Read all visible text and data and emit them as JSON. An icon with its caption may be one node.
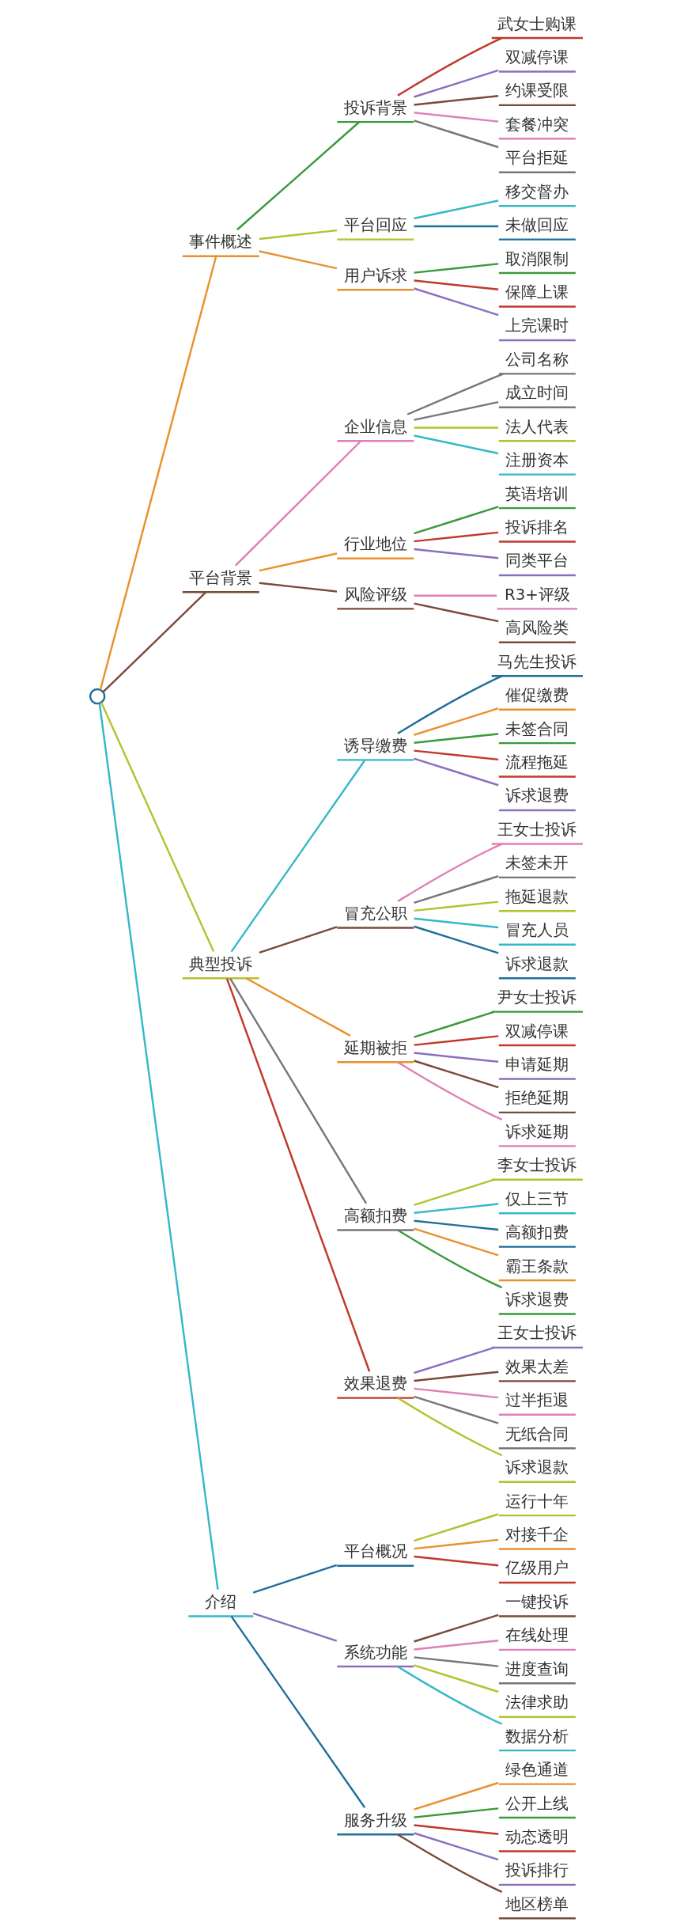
{
  "diagram": {
    "nodes": [
      {
        "text": [],
        "shape": "circle"
      },
      {
        "text": [
          "事件概述"
        ]
      },
      {
        "text": [
          "投诉背景"
        ]
      },
      {
        "text": [
          "武女士购课"
        ]
      },
      {
        "text": [
          "双减停课"
        ]
      },
      {
        "text": [
          "约课受限"
        ]
      },
      {
        "text": [
          "套餐冲突"
        ]
      },
      {
        "text": [
          "平台拒延"
        ]
      },
      {
        "text": [
          "平台回应"
        ]
      },
      {
        "text": [
          "移交督办"
        ]
      },
      {
        "text": [
          "未做回应"
        ]
      },
      {
        "text": [
          "用户诉求"
        ]
      },
      {
        "text": [
          "取消限制"
        ]
      },
      {
        "text": [
          "保障上课"
        ]
      },
      {
        "text": [
          "上完课时"
        ]
      },
      {
        "text": [
          "平台背景"
        ]
      },
      {
        "text": [
          "企业信息"
        ]
      },
      {
        "text": [
          "公司名称"
        ]
      },
      {
        "text": [
          "成立时间"
        ]
      },
      {
        "text": [
          "法人代表"
        ]
      },
      {
        "text": [
          "注册资本"
        ]
      },
      {
        "text": [
          "行业地位"
        ]
      },
      {
        "text": [
          "英语培训"
        ]
      },
      {
        "text": [
          "投诉排名"
        ]
      },
      {
        "text": [
          "同类平台"
        ]
      },
      {
        "text": [
          "风险评级"
        ]
      },
      {
        "text": [
          "R3+评级"
        ]
      },
      {
        "text": [
          "高风险类"
        ]
      },
      {
        "text": [
          "典型投诉"
        ]
      },
      {
        "text": [
          "诱导缴费"
        ]
      },
      {
        "text": [
          "马先生投诉"
        ]
      },
      {
        "text": [
          "催促缴费"
        ]
      },
      {
        "text": [
          "未签合同"
        ]
      },
      {
        "text": [
          "流程拖延"
        ]
      },
      {
        "text": [
          "诉求退费"
        ]
      },
      {
        "text": [
          "冒充公职"
        ]
      },
      {
        "text": [
          "王女士投诉"
        ]
      },
      {
        "text": [
          "未签未开"
        ]
      },
      {
        "text": [
          "拖延退款"
        ]
      },
      {
        "text": [
          "冒充人员"
        ]
      },
      {
        "text": [
          "诉求退款"
        ]
      },
      {
        "text": [
          "延期被拒"
        ]
      },
      {
        "text": [
          "尹女士投诉"
        ]
      },
      {
        "text": [
          "双减停课"
        ]
      },
      {
        "text": [
          "申请延期"
        ]
      },
      {
        "text": [
          "拒绝延期"
        ]
      },
      {
        "text": [
          "诉求延期"
        ]
      },
      {
        "text": [
          "高额扣费"
        ]
      },
      {
        "text": [
          "李女士投诉"
        ]
      },
      {
        "text": [
          "仅上三节"
        ]
      },
      {
        "text": [
          "高额扣费"
        ]
      },
      {
        "text": [
          "霸王条款"
        ]
      },
      {
        "text": [
          "诉求退费"
        ]
      },
      {
        "text": [
          "效果退费"
        ]
      },
      {
        "text": [
          "王女士投诉"
        ]
      },
      {
        "text": [
          "效果太差"
        ]
      },
      {
        "text": [
          "过半拒退"
        ]
      },
      {
        "text": [
          "无纸合同"
        ]
      },
      {
        "text": [
          "诉求退款"
        ]
      },
      {
        "text": [
          "介绍"
        ]
      },
      {
        "text": [
          "平台概况"
        ]
      },
      {
        "text": [
          "运行十年"
        ]
      },
      {
        "text": [
          "对接千企"
        ]
      },
      {
        "text": [
          "亿级用户"
        ]
      },
      {
        "text": [
          "系统功能"
        ]
      },
      {
        "text": [
          "一键投诉"
        ]
      },
      {
        "text": [
          "在线处理"
        ]
      },
      {
        "text": [
          "进度查询"
        ]
      },
      {
        "text": [
          "法律求助"
        ]
      },
      {
        "text": [
          "数据分析"
        ]
      },
      {
        "text": [
          "服务升级"
        ]
      },
      {
        "text": [
          "绿色通道"
        ]
      },
      {
        "text": [
          "公开上线"
        ]
      },
      {
        "text": [
          "动态透明"
        ]
      },
      {
        "text": [
          "投诉排行"
        ]
      },
      {
        "text": [
          "地区榜单"
        ]
      }
    ],
    "edges": [
      {
        "from": 0,
        "to": 1,
        "arrow": "none",
        "color": "#e8912e"
      },
      {
        "from": 1,
        "to": 2,
        "arrow": "none",
        "color": "#3a9a3a"
      },
      {
        "from": 2,
        "to": 3,
        "arrow": "none",
        "color": "#c0392b"
      },
      {
        "from": 2,
        "to": 4,
        "arrow": "none",
        "color": "#8a6fbf"
      },
      {
        "from": 2,
        "to": 5,
        "arrow": "none",
        "color": "#7a4a3a"
      },
      {
        "from": 2,
        "to": 6,
        "arrow": "none",
        "color": "#e07fb5"
      },
      {
        "from": 2,
        "to": 7,
        "arrow": "none",
        "color": "#777777"
      },
      {
        "from": 1,
        "to": 8,
        "arrow": "none",
        "color": "#b5c22f"
      },
      {
        "from": 8,
        "to": 9,
        "arrow": "none",
        "color": "#35b8c8"
      },
      {
        "from": 8,
        "to": 10,
        "arrow": "none",
        "color": "#1f6f9a"
      },
      {
        "from": 1,
        "to": 11,
        "arrow": "none",
        "color": "#e8912e"
      },
      {
        "from": 11,
        "to": 12,
        "arrow": "none",
        "color": "#3a9a3a"
      },
      {
        "from": 11,
        "to": 13,
        "arrow": "none",
        "color": "#c0392b"
      },
      {
        "from": 11,
        "to": 14,
        "arrow": "none",
        "color": "#8a6fbf"
      },
      {
        "from": 0,
        "to": 15,
        "arrow": "none",
        "color": "#7a4a3a"
      },
      {
        "from": 15,
        "to": 16,
        "arrow": "none",
        "color": "#e07fb5"
      },
      {
        "from": 16,
        "to": 17,
        "arrow": "none",
        "color": "#777777"
      },
      {
        "from": 16,
        "to": 18,
        "arrow": "none",
        "color": "#777777"
      },
      {
        "from": 16,
        "to": 19,
        "arrow": "none",
        "color": "#b5c22f"
      },
      {
        "from": 16,
        "to": 20,
        "arrow": "none",
        "color": "#35b8c8"
      },
      {
        "from": 15,
        "to": 21,
        "arrow": "none",
        "color": "#e8912e"
      },
      {
        "from": 21,
        "to": 22,
        "arrow": "none",
        "color": "#3a9a3a"
      },
      {
        "from": 21,
        "to": 23,
        "arrow": "none",
        "color": "#c0392b"
      },
      {
        "from": 21,
        "to": 24,
        "arrow": "none",
        "color": "#8a6fbf"
      },
      {
        "from": 15,
        "to": 25,
        "arrow": "none",
        "color": "#7a4a3a"
      },
      {
        "from": 25,
        "to": 26,
        "arrow": "none",
        "color": "#e07fb5"
      },
      {
        "from": 25,
        "to": 27,
        "arrow": "none",
        "color": "#7a4a3a"
      },
      {
        "from": 0,
        "to": 28,
        "arrow": "none",
        "color": "#b5c22f"
      },
      {
        "from": 28,
        "to": 29,
        "arrow": "none",
        "color": "#35b8c8"
      },
      {
        "from": 29,
        "to": 30,
        "arrow": "none",
        "color": "#1f6f9a"
      },
      {
        "from": 29,
        "to": 31,
        "arrow": "none",
        "color": "#e8912e"
      },
      {
        "from": 29,
        "to": 32,
        "arrow": "none",
        "color": "#3a9a3a"
      },
      {
        "from": 29,
        "to": 33,
        "arrow": "none",
        "color": "#c0392b"
      },
      {
        "from": 29,
        "to": 34,
        "arrow": "none",
        "color": "#8a6fbf"
      },
      {
        "from": 28,
        "to": 35,
        "arrow": "none",
        "color": "#7a4a3a"
      },
      {
        "from": 35,
        "to": 36,
        "arrow": "none",
        "color": "#e07fb5"
      },
      {
        "from": 35,
        "to": 37,
        "arrow": "none",
        "color": "#777777"
      },
      {
        "from": 35,
        "to": 38,
        "arrow": "none",
        "color": "#b5c22f"
      },
      {
        "from": 35,
        "to": 39,
        "arrow": "none",
        "color": "#35b8c8"
      },
      {
        "from": 35,
        "to": 40,
        "arrow": "none",
        "color": "#1f6f9a"
      },
      {
        "from": 28,
        "to": 41,
        "arrow": "none",
        "color": "#e8912e"
      },
      {
        "from": 41,
        "to": 42,
        "arrow": "none",
        "color": "#3a9a3a"
      },
      {
        "from": 41,
        "to": 43,
        "arrow": "none",
        "color": "#c0392b"
      },
      {
        "from": 41,
        "to": 44,
        "arrow": "none",
        "color": "#8a6fbf"
      },
      {
        "from": 41,
        "to": 45,
        "arrow": "none",
        "color": "#7a4a3a"
      },
      {
        "from": 41,
        "to": 46,
        "arrow": "none",
        "color": "#e07fb5"
      },
      {
        "from": 28,
        "to": 47,
        "arrow": "none",
        "color": "#777777"
      },
      {
        "from": 47,
        "to": 48,
        "arrow": "none",
        "color": "#b5c22f"
      },
      {
        "from": 47,
        "to": 49,
        "arrow": "none",
        "color": "#35b8c8"
      },
      {
        "from": 47,
        "to": 50,
        "arrow": "none",
        "color": "#1f6f9a"
      },
      {
        "from": 47,
        "to": 51,
        "arrow": "none",
        "color": "#e8912e"
      },
      {
        "from": 47,
        "to": 52,
        "arrow": "none",
        "color": "#3a9a3a"
      },
      {
        "from": 28,
        "to": 53,
        "arrow": "none",
        "color": "#c0392b"
      },
      {
        "from": 53,
        "to": 54,
        "arrow": "none",
        "color": "#8a6fbf"
      },
      {
        "from": 53,
        "to": 55,
        "arrow": "none",
        "color": "#7a4a3a"
      },
      {
        "from": 53,
        "to": 56,
        "arrow": "none",
        "color": "#e07fb5"
      },
      {
        "from": 53,
        "to": 57,
        "arrow": "none",
        "color": "#777777"
      },
      {
        "from": 53,
        "to": 58,
        "arrow": "none",
        "color": "#b5c22f"
      },
      {
        "from": 0,
        "to": 59,
        "arrow": "none",
        "color": "#35b8c8"
      },
      {
        "from": 59,
        "to": 60,
        "arrow": "none",
        "color": "#1f6f9a"
      },
      {
        "from": 60,
        "to": 61,
        "arrow": "none",
        "color": "#b5c22f"
      },
      {
        "from": 60,
        "to": 62,
        "arrow": "none",
        "color": "#e8912e"
      },
      {
        "from": 60,
        "to": 63,
        "arrow": "none",
        "color": "#c0392b"
      },
      {
        "from": 59,
        "to": 64,
        "arrow": "none",
        "color": "#8a6fbf"
      },
      {
        "from": 64,
        "to": 65,
        "arrow": "none",
        "color": "#7a4a3a"
      },
      {
        "from": 64,
        "to": 66,
        "arrow": "none",
        "color": "#e07fb5"
      },
      {
        "from": 64,
        "to": 67,
        "arrow": "none",
        "color": "#777777"
      },
      {
        "from": 64,
        "to": 68,
        "arrow": "none",
        "color": "#b5c22f"
      },
      {
        "from": 64,
        "to": 69,
        "arrow": "none",
        "color": "#35b8c8"
      },
      {
        "from": 59,
        "to": 70,
        "arrow": "none",
        "color": "#1f6f9a"
      },
      {
        "from": 70,
        "to": 71,
        "arrow": "none",
        "color": "#e8912e"
      },
      {
        "from": 70,
        "to": 72,
        "arrow": "none",
        "color": "#3a9a3a"
      },
      {
        "from": 70,
        "to": 73,
        "arrow": "none",
        "color": "#c0392b"
      },
      {
        "from": 70,
        "to": 74,
        "arrow": "none",
        "color": "#8a6fbf"
      },
      {
        "from": 70,
        "to": 75,
        "arrow": "none",
        "color": "#7a4a3a"
      }
    ]
  }
}
